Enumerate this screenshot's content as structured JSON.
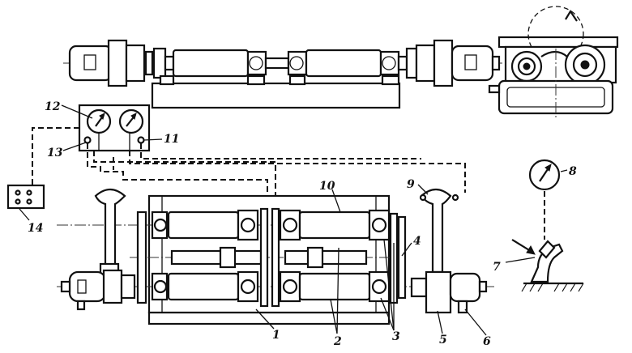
{
  "labels": {
    "l1": "1",
    "l2": "2",
    "l3": "3",
    "l4": "4",
    "l5": "5",
    "l6": "6",
    "l7": "7",
    "l8": "8",
    "l9": "9",
    "l10": "10",
    "l11": "11",
    "l12": "12",
    "l13": "13",
    "l14": "14"
  },
  "icons": {
    "gauge": "gauge-icon",
    "motor": "electric-motor-icon",
    "roll": "roller-icon",
    "strain_gauge": "strain-gauge-icon",
    "dots_box": "recorder-box-icon"
  }
}
